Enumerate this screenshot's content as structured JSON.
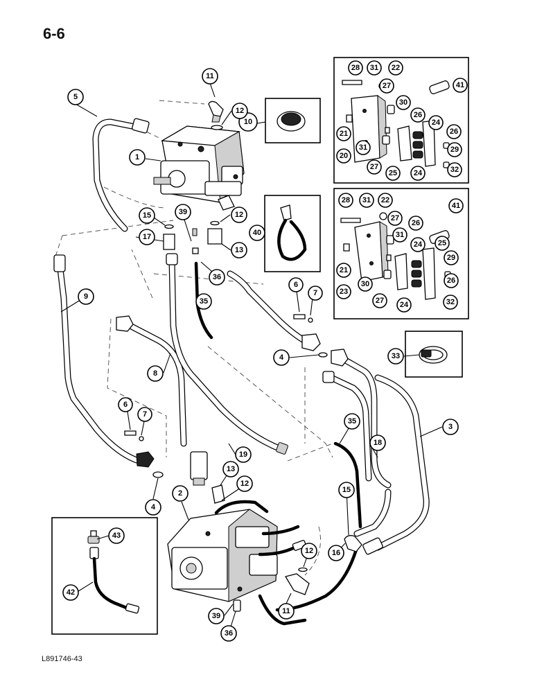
{
  "page_number": "6-6",
  "document_code": "L891746-43",
  "callouts": {
    "c1": "1",
    "c2": "2",
    "c3": "3",
    "c4a": "4",
    "c4b": "4",
    "c5": "5",
    "c6a": "6",
    "c6b": "6",
    "c7a": "7",
    "c7b": "7",
    "c8": "8",
    "c9": "9",
    "c10": "10",
    "c11a": "11",
    "c11b": "11",
    "c12a": "12",
    "c12b": "12",
    "c12c": "12",
    "c12d": "12",
    "c13a": "13",
    "c13b": "13",
    "c15a": "15",
    "c15b": "15",
    "c16": "16",
    "c17": "17",
    "c18": "18",
    "c19": "19",
    "c33": "33",
    "c35a": "35",
    "c35b": "35",
    "c36a": "36",
    "c36b": "36",
    "c39a": "39",
    "c39b": "39",
    "c40": "40",
    "c42": "42",
    "c43": "43",
    "k1_20": "20",
    "k1_21": "21",
    "k1_22": "22",
    "k1_24a": "24",
    "k1_24b": "24",
    "k1_25": "25",
    "k1_26a": "26",
    "k1_26b": "26",
    "k1_27a": "27",
    "k1_27b": "27",
    "k1_28": "28",
    "k1_29": "29",
    "k1_30": "30",
    "k1_31a": "31",
    "k1_31b": "31",
    "k1_32": "32",
    "k1_41": "41",
    "k2_21": "21",
    "k2_22": "22",
    "k2_23": "23",
    "k2_24a": "24",
    "k2_24b": "24",
    "k2_25": "25",
    "k2_26a": "26",
    "k2_26b": "26",
    "k2_27a": "27",
    "k2_27b": "27",
    "k2_28": "28",
    "k2_29": "29",
    "k2_30": "30",
    "k2_31a": "31",
    "k2_31b": "31",
    "k2_32": "32",
    "k2_41": "41"
  }
}
